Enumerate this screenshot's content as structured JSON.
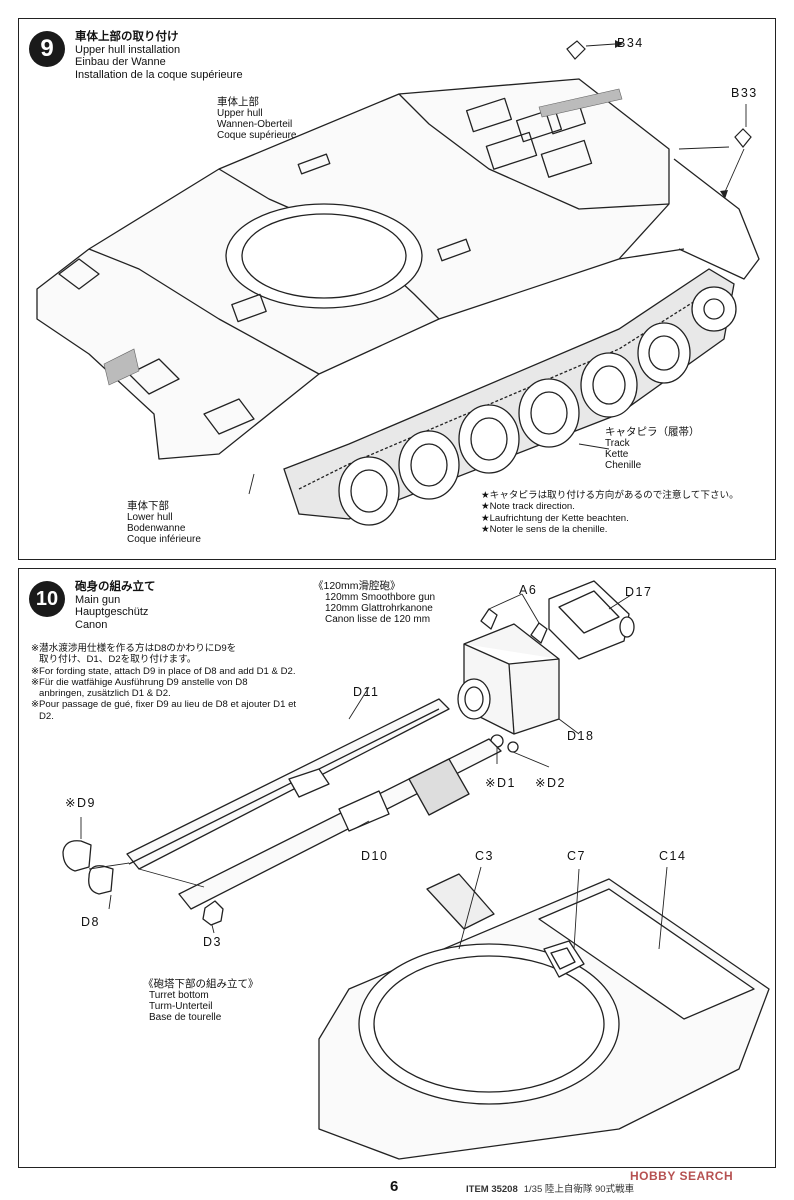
{
  "step9": {
    "number": "9",
    "title_jp": "車体上部の取り付け",
    "title_en": "Upper hull installation",
    "title_de": "Einbau der Wanne",
    "title_fr": "Installation de la coque supérieure",
    "upper_hull": {
      "jp": "車体上部",
      "en": "Upper hull",
      "de": "Wannen-Oberteil",
      "fr": "Coque supérieure"
    },
    "lower_hull": {
      "jp": "車体下部",
      "en": "Lower hull",
      "de": "Bodenwanne",
      "fr": "Coque inférieure"
    },
    "track": {
      "jp": "キャタピラ（履帯）",
      "en": "Track",
      "de": "Kette",
      "fr": "Chenille"
    },
    "track_note": {
      "jp": "★キャタピラは取り付ける方向があるので注意して下さい。",
      "en": "★Note track direction.",
      "de": "★Laufrichtung der Kette beachten.",
      "fr": "★Noter le sens de la chenille."
    },
    "parts": {
      "b34": "B34",
      "b33": "B33"
    }
  },
  "step10": {
    "number": "10",
    "title_jp": "砲身の組み立て",
    "title_en": "Main gun",
    "title_de": "Hauptgeschütz",
    "title_fr": "Canon",
    "gun": {
      "jp": "《120mm滑腔砲》",
      "en": "120mm Smoothbore gun",
      "de": "120mm Glattrohrkanone",
      "fr": "Canon lisse de 120 mm"
    },
    "fording_note": {
      "jp1": "※潜水渡渉用仕様を作る方はD8のかわりにD9を",
      "jp2": "取り付け、D1、D2を取り付けます。",
      "en": "※For fording state, attach D9 in place of D8 and add D1 & D2.",
      "de1": "※Für die watfähige Ausführung D9 anstelle von D8",
      "de2": "anbringen, zusätzlich D1 & D2.",
      "fr1": "※Pour passage de gué, fixer D9 au lieu de D8 et ajouter D1 et",
      "fr2": "D2."
    },
    "turret": {
      "jp": "《砲塔下部の組み立て》",
      "en": "Turret bottom",
      "de": "Turm-Unterteil",
      "fr": "Base de tourelle"
    },
    "parts": {
      "a6": "A6",
      "d17": "D17",
      "d18": "D18",
      "d11": "D11",
      "d10": "D10",
      "d1": "※D1",
      "d2": "※D2",
      "d9": "※D9",
      "d8": "D8",
      "d3": "D3",
      "c3": "C3",
      "c7": "C7",
      "c14": "C14"
    }
  },
  "footer": {
    "page": "6",
    "item": "ITEM 35208",
    "scale": "1/35 陸上自衛隊 90式戦車",
    "watermark": "HOBBY SEARCH"
  }
}
